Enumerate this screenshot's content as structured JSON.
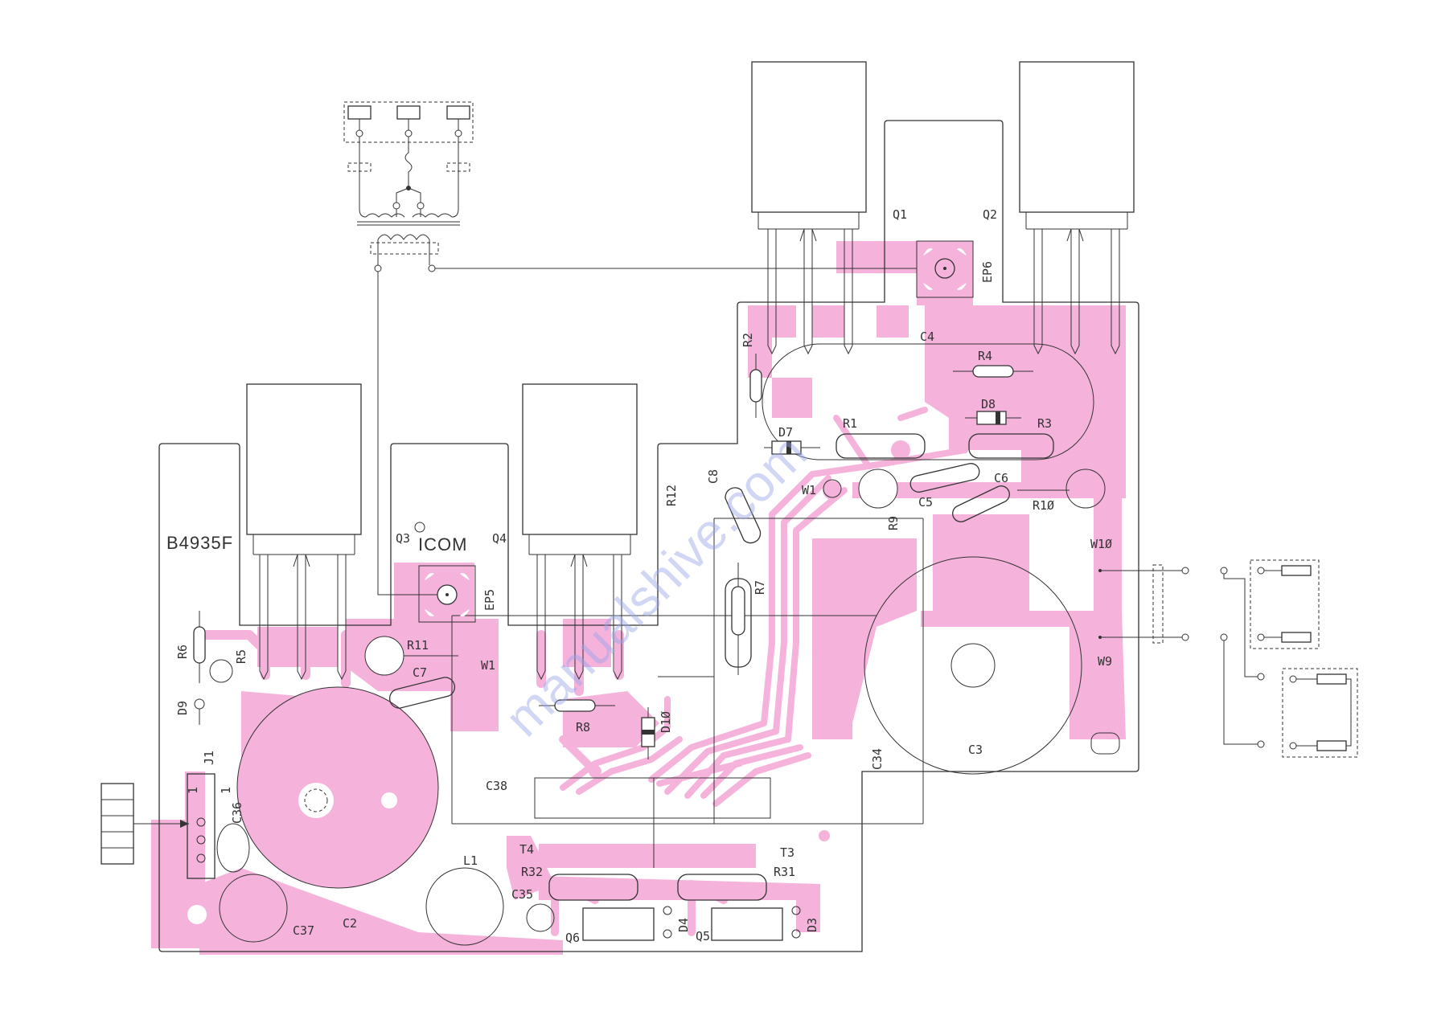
{
  "board": {
    "part_number": "B4935F",
    "brand": "ICOM",
    "colors": {
      "copper": "#f5b3dc",
      "outline": "#333333",
      "watermark": "#9aa4e8"
    }
  },
  "watermark": {
    "text": "manualshive.com"
  },
  "labels": {
    "Q1": "Q1",
    "Q2": "Q2",
    "Q3": "Q3",
    "Q4": "Q4",
    "Q5": "Q5",
    "Q6": "Q6",
    "EP5": "EP5",
    "EP6": "EP6",
    "R1": "R1",
    "R2": "R2",
    "R3": "R3",
    "R4": "R4",
    "R5": "R5",
    "R6": "R6",
    "R7": "R7",
    "R8": "R8",
    "R9": "R9",
    "R10": "R1Ø",
    "R11": "R11",
    "R12": "R12",
    "R31": "R31",
    "R32": "R32",
    "C2": "C2",
    "C3": "C3",
    "C4": "C4",
    "C5": "C5",
    "C6": "C6",
    "C7": "C7",
    "C8": "C8",
    "C34": "C34",
    "C35": "C35",
    "C36": "C36",
    "C37": "C37",
    "C38": "C38",
    "D3": "D3",
    "D4": "D4",
    "D7": "D7",
    "D8": "D8",
    "D9": "D9",
    "D10": "D1Ø",
    "L1": "L1",
    "T3": "T3",
    "T4": "T4",
    "W1a": "W1",
    "W1b": "W1",
    "W9": "W9",
    "W10": "W1Ø",
    "J1": "J1",
    "J1_pin1a": "1",
    "J1_pin1b": "1"
  },
  "icons": [
    "icom-logo-icon",
    "transistor-icon",
    "resistor-icon",
    "capacitor-icon",
    "diode-icon",
    "transformer-icon",
    "connector-icon"
  ]
}
